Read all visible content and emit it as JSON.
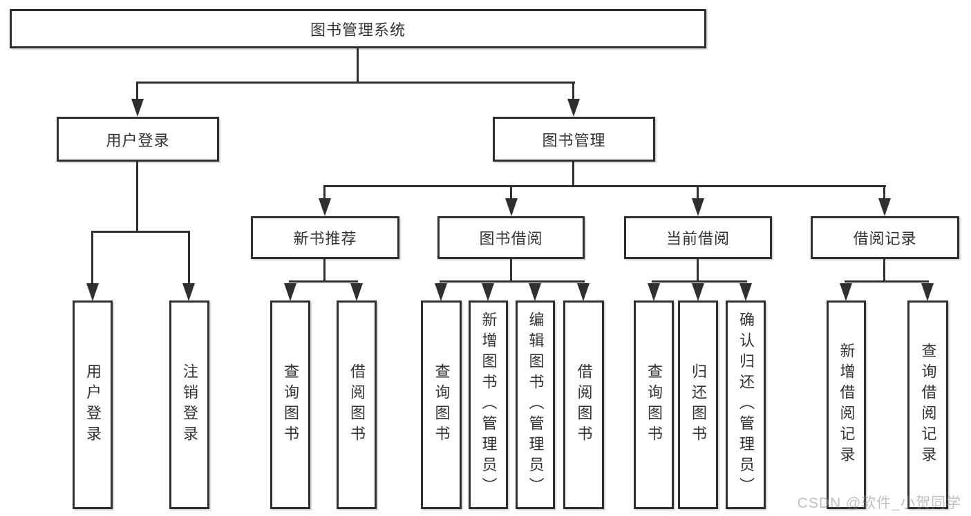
{
  "diagram": {
    "type": "tree",
    "orientation": "top-down"
  },
  "tree": {
    "label": "图书管理系统",
    "children": [
      {
        "label": "用户登录",
        "children": [
          {
            "label": "用户登录"
          },
          {
            "label": "注销登录"
          }
        ]
      },
      {
        "label": "图书管理",
        "children": [
          {
            "label": "新书推荐",
            "children": [
              {
                "label": "查询图书"
              },
              {
                "label": "借阅图书"
              }
            ]
          },
          {
            "label": "图书借阅",
            "children": [
              {
                "label": "查询图书"
              },
              {
                "label": "新增图书（管理员）"
              },
              {
                "label": "编辑图书（管理员）"
              },
              {
                "label": "借阅图书"
              }
            ]
          },
          {
            "label": "当前借阅",
            "children": [
              {
                "label": "查询图书"
              },
              {
                "label": "归还图书"
              },
              {
                "label": "确认归还（管理员）"
              }
            ]
          },
          {
            "label": "借阅记录",
            "children": [
              {
                "label": "新增借阅记录"
              },
              {
                "label": "查询借阅记录"
              }
            ]
          }
        ]
      }
    ]
  },
  "watermark": {
    "text": "CSDN @软件_小贺同学",
    "color": "#c6c6c6"
  },
  "colors": {
    "line": "#2f2f2f",
    "box_border": "#2f2f2f",
    "text": "#333333",
    "background": "#ffffff"
  }
}
